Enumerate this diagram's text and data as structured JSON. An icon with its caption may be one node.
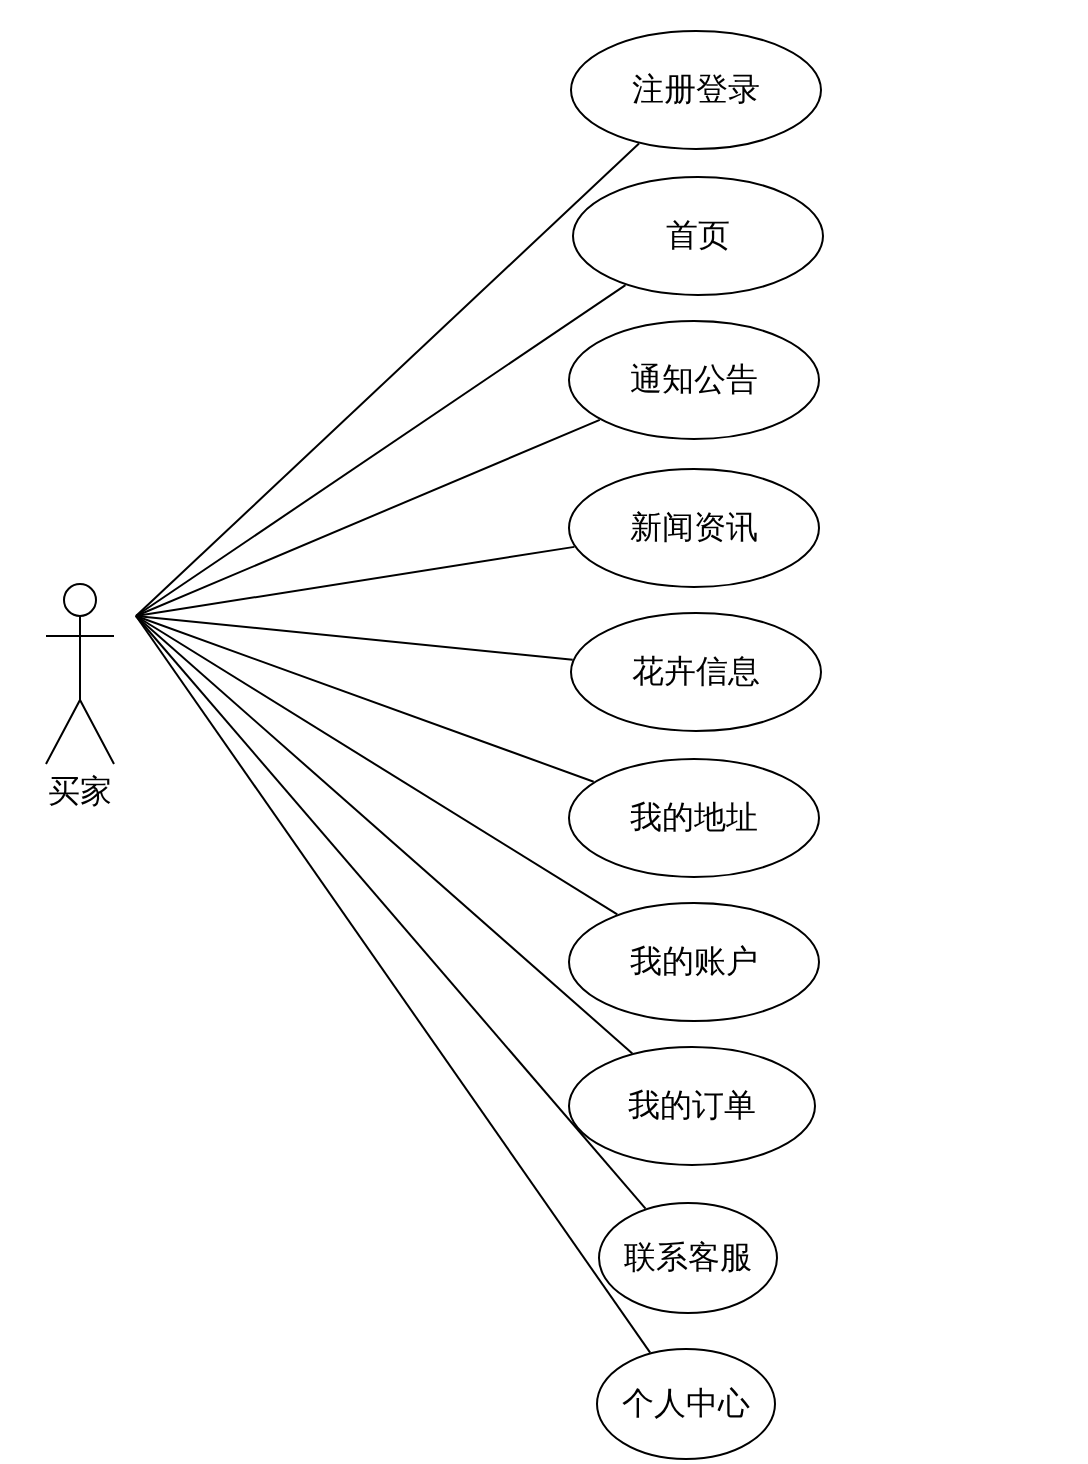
{
  "diagram": {
    "nodes": [
      {
        "text": [],
        "shape": "person",
        "beside": [
          "买家"
        ]
      },
      {
        "text": [
          "注册登录"
        ]
      },
      {
        "text": [
          "首页"
        ]
      },
      {
        "text": [
          "通知公告"
        ]
      },
      {
        "text": [
          "新闻资讯"
        ]
      },
      {
        "text": [
          "花卉信息"
        ]
      },
      {
        "text": [
          "我的地址"
        ]
      },
      {
        "text": [
          "我的账户"
        ]
      },
      {
        "text": [
          "我的订单"
        ]
      },
      {
        "text": [
          "联系客服"
        ]
      },
      {
        "text": [
          "个人中心"
        ]
      }
    ],
    "edges": [
      {
        "from": 0,
        "to": 1,
        "arrow": "none"
      },
      {
        "from": 0,
        "to": 2,
        "arrow": "none"
      },
      {
        "from": 0,
        "to": 3,
        "arrow": "none"
      },
      {
        "from": 0,
        "to": 4,
        "arrow": "none"
      },
      {
        "from": 0,
        "to": 5,
        "arrow": "none"
      },
      {
        "from": 0,
        "to": 6,
        "arrow": "none"
      },
      {
        "from": 0,
        "to": 7,
        "arrow": "none"
      },
      {
        "from": 0,
        "to": 8,
        "arrow": "none"
      },
      {
        "from": 0,
        "to": 9,
        "arrow": "none"
      },
      {
        "from": 0,
        "to": 10,
        "arrow": "none"
      }
    ]
  }
}
